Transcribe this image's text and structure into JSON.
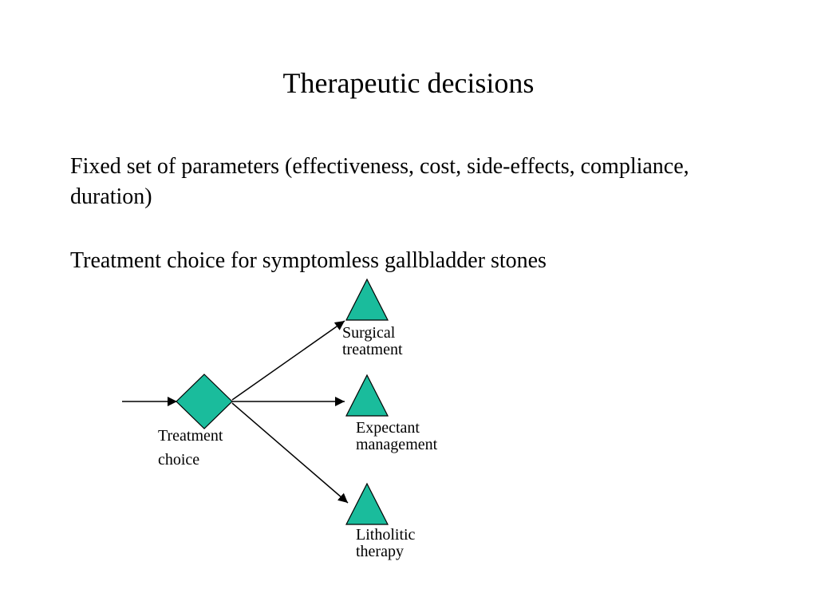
{
  "slide": {
    "title": "Therapeutic decisions",
    "paragraphs": [
      "Fixed set of parameters (effectiveness, cost, side-effects, compliance, duration)",
      "Treatment choice for symptomless gallbladder stones"
    ]
  },
  "diagram": {
    "decision_node": {
      "shape": "diamond",
      "label_lines": [
        "Treatment",
        "choice"
      ]
    },
    "outcomes": [
      {
        "shape": "triangle",
        "label_lines": [
          "Surgical",
          "treatment"
        ]
      },
      {
        "shape": "triangle",
        "label_lines": [
          "Expectant",
          "management"
        ]
      },
      {
        "shape": "triangle",
        "label_lines": [
          "Litholitic",
          "therapy"
        ]
      }
    ],
    "colors": {
      "node_fill": "#1ABC9C",
      "node_stroke": "#000000",
      "arrow": "#000000"
    }
  }
}
